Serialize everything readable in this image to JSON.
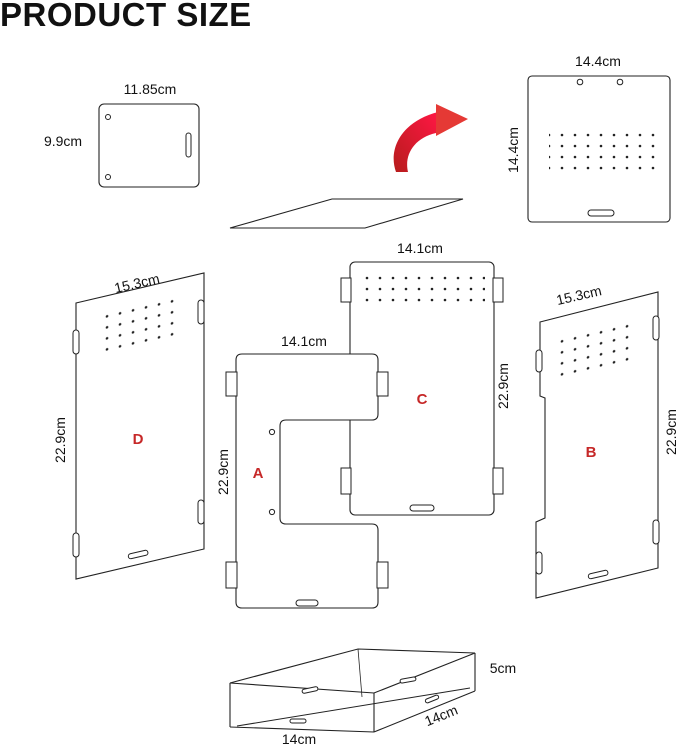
{
  "title": "PRODUCT SIZE",
  "dimensions": {
    "small_width": "11.85cm",
    "small_height": "9.9cm",
    "lid_width": "14.4cm",
    "lid_height": "14.4cm",
    "d_width": "15.3cm",
    "d_height": "22.9cm",
    "a_width": "14.1cm",
    "a_height": "22.9cm",
    "c_width": "14.1cm",
    "c_height": "22.9cm",
    "b_width": "15.3cm",
    "b_height": "22.9cm",
    "tray_width": "14cm",
    "tray_depth": "14cm",
    "tray_height": "5cm"
  },
  "panel_labels": {
    "a": "A",
    "b": "B",
    "c": "C",
    "d": "D"
  },
  "colors": {
    "outline": "#222222",
    "label": "#c62828",
    "arrow": "#d50000"
  }
}
